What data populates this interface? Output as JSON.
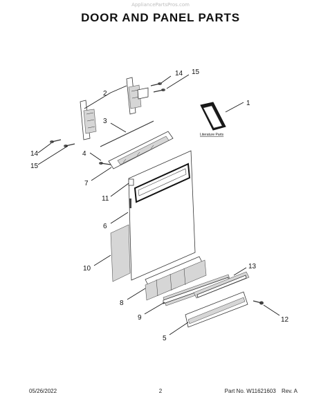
{
  "header": {
    "watermark": "AppliancePartsPros.com",
    "title": "DOOR AND PANEL PARTS"
  },
  "callouts": [
    {
      "key": "c1",
      "text": "1"
    },
    {
      "key": "c2",
      "text": "2"
    },
    {
      "key": "c3",
      "text": "3"
    },
    {
      "key": "c4",
      "text": "4"
    },
    {
      "key": "c5",
      "text": "5"
    },
    {
      "key": "c6",
      "text": "6"
    },
    {
      "key": "c7",
      "text": "7"
    },
    {
      "key": "c8",
      "text": "8"
    },
    {
      "key": "c9",
      "text": "9"
    },
    {
      "key": "c10",
      "text": "10"
    },
    {
      "key": "c11",
      "text": "11"
    },
    {
      "key": "c12",
      "text": "12"
    },
    {
      "key": "c13",
      "text": "13"
    },
    {
      "key": "c14a",
      "text": "14"
    },
    {
      "key": "c14b",
      "text": "14"
    },
    {
      "key": "c15a",
      "text": "15"
    },
    {
      "key": "c15b",
      "text": "15"
    }
  ],
  "literature_label": "Literature Parts",
  "footer": {
    "date": "05/26/2022",
    "page": "2",
    "part_number": "Part No. W11621603",
    "revision": "Rev. A"
  }
}
